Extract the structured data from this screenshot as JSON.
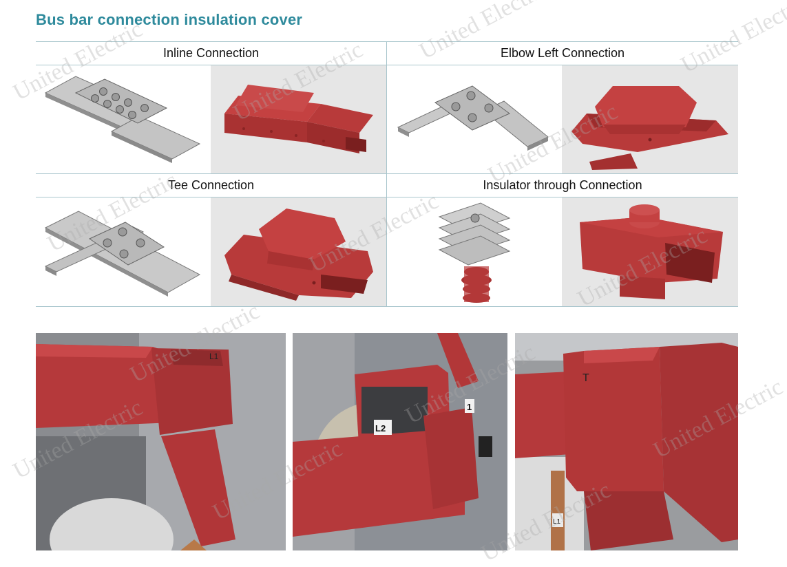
{
  "page": {
    "title": "Bus bar connection insulation cover"
  },
  "cells": [
    {
      "label": "Inline Connection"
    },
    {
      "label": "Elbow Left Connection"
    },
    {
      "label": "Tee Connection"
    },
    {
      "label": "Insulator through Connection"
    }
  ],
  "photos": [
    {
      "tag": "L1"
    },
    {
      "tag_left": "L2",
      "tag_right": "1"
    },
    {
      "tag_top": "T",
      "tag_bottom": "L1"
    }
  ],
  "watermark": "United Electric",
  "colors": {
    "accent": "#2e8a9c",
    "cover_red": "#b83a3a",
    "divider": "#a9c6cd"
  }
}
